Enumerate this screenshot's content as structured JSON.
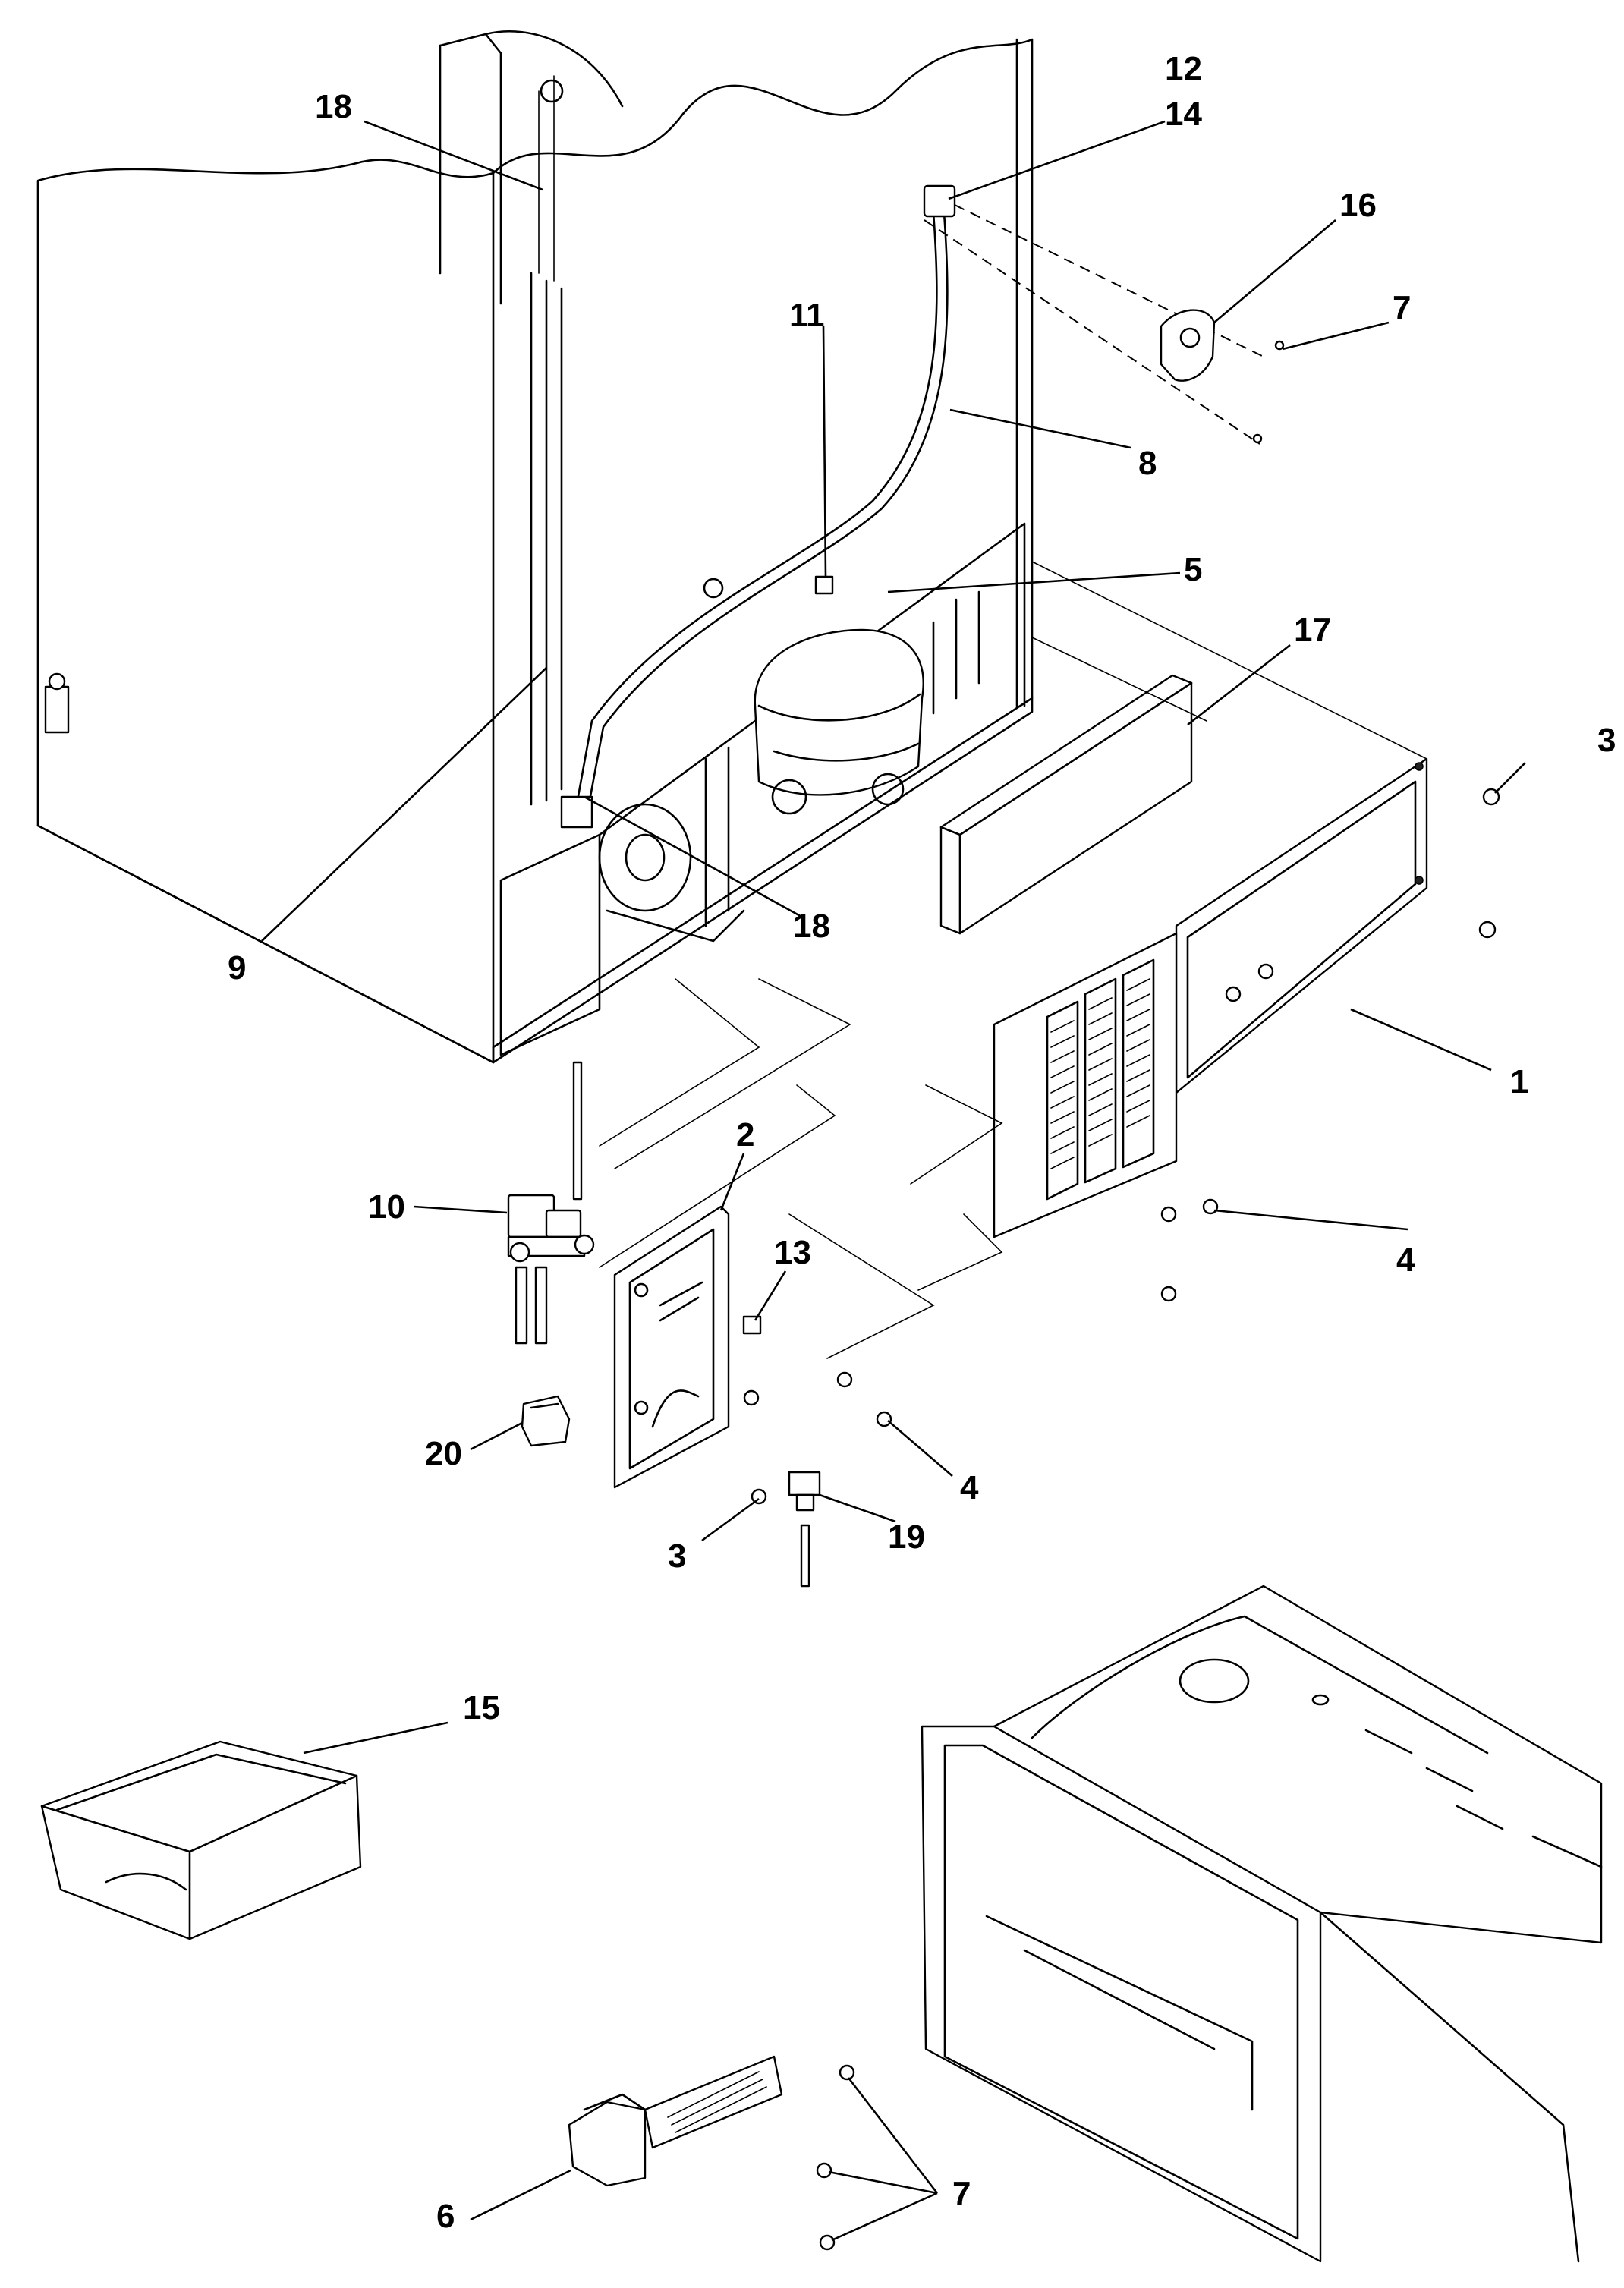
{
  "callouts": {
    "c1": "1",
    "c2": "2",
    "c3a": "3",
    "c3b": "3",
    "c4a": "4",
    "c4b": "4",
    "c5": "5",
    "c6": "6",
    "c7a": "7",
    "c7b": "7",
    "c8": "8",
    "c9": "9",
    "c10": "10",
    "c11": "11",
    "c12": "12",
    "c13": "13",
    "c14": "14",
    "c15": "15",
    "c16": "16",
    "c17": "17",
    "c18a": "18",
    "c18b": "18",
    "c19": "19",
    "c20": "20"
  }
}
